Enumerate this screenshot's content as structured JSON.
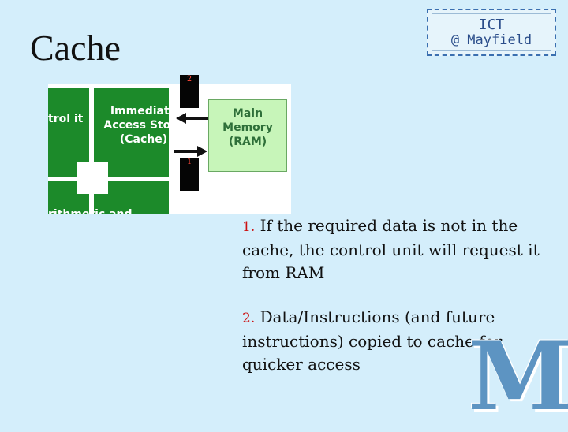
{
  "slide": {
    "title": "Cache"
  },
  "logo": {
    "line1": "ICT",
    "line2": "@ Mayfield"
  },
  "diagram": {
    "cache_label": "Immediate Access Store (Cache)",
    "ram_label": "Main Memory (RAM)",
    "control_label_fragment": "trol it",
    "alu_label_fragment": "rithmetic and",
    "tag_top": "2",
    "tag_bottom": "1"
  },
  "points": [
    {
      "number": "1.",
      "text": "If the required data is not in the cache, the control unit will request it from RAM"
    },
    {
      "number": "2.",
      "text": "Data/Instructions (and future instructions) copied to cache for quicker access"
    }
  ],
  "monogram": "M",
  "colors": {
    "background": "#d4eefb",
    "diagram_green": "#1c8a2a",
    "ram_fill": "#c7f5b9",
    "number_red": "#c11",
    "logo_blue": "#2a4d8a"
  }
}
